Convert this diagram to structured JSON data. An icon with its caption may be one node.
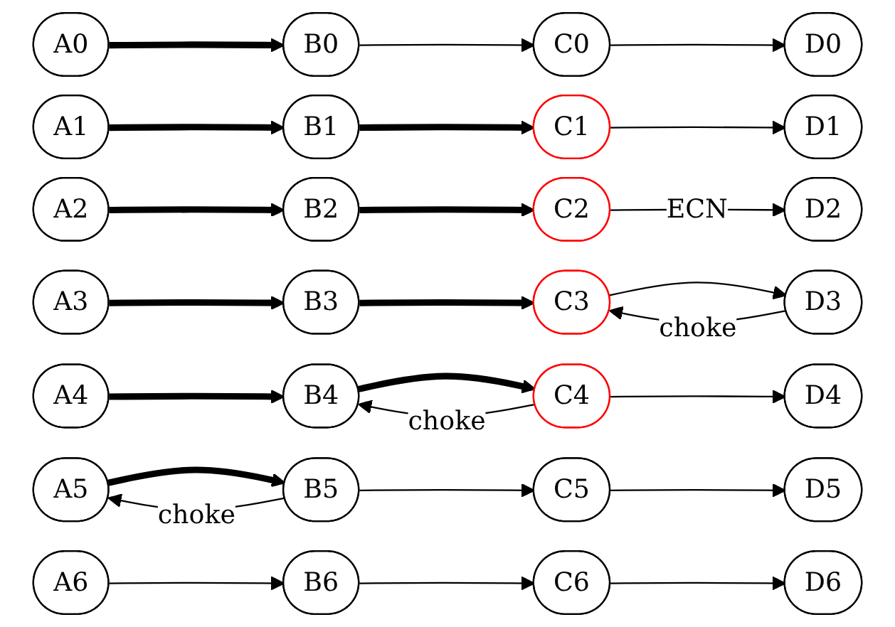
{
  "diagram": {
    "nodes": [
      {
        "text": [
          "A0"
        ]
      },
      {
        "text": [
          "B0"
        ]
      },
      {
        "text": [
          "C0"
        ]
      },
      {
        "text": [
          "D0"
        ]
      },
      {
        "text": [
          "A1"
        ]
      },
      {
        "text": [
          "B1"
        ]
      },
      {
        "text": [
          "C1"
        ]
      },
      {
        "text": [
          "D1"
        ]
      },
      {
        "text": [
          "A2"
        ]
      },
      {
        "text": [
          "B2"
        ]
      },
      {
        "text": [
          "C2"
        ]
      },
      {
        "text": [
          "D2"
        ]
      },
      {
        "text": [
          "A3"
        ]
      },
      {
        "text": [
          "B3"
        ]
      },
      {
        "text": [
          "C3"
        ]
      },
      {
        "text": [
          "D3"
        ]
      },
      {
        "text": [
          "A4"
        ]
      },
      {
        "text": [
          "B4"
        ]
      },
      {
        "text": [
          "C4"
        ]
      },
      {
        "text": [
          "D4"
        ]
      },
      {
        "text": [
          "A5"
        ]
      },
      {
        "text": [
          "B5"
        ]
      },
      {
        "text": [
          "C5"
        ]
      },
      {
        "text": [
          "D5"
        ]
      },
      {
        "text": [
          "A6"
        ]
      },
      {
        "text": [
          "B6"
        ]
      },
      {
        "text": [
          "C6"
        ]
      },
      {
        "text": [
          "D6"
        ]
      }
    ],
    "edges": [
      {
        "from": 0,
        "to": 1,
        "arrow": "to",
        "style": "thick"
      },
      {
        "from": 1,
        "to": 2,
        "arrow": "to"
      },
      {
        "from": 2,
        "to": 3,
        "arrow": "to"
      },
      {
        "from": 4,
        "to": 5,
        "arrow": "to",
        "style": "thick"
      },
      {
        "from": 5,
        "to": 6,
        "arrow": "to",
        "style": "thick"
      },
      {
        "from": 6,
        "to": 7,
        "arrow": "to"
      },
      {
        "from": 8,
        "to": 9,
        "arrow": "to",
        "style": "thick"
      },
      {
        "from": 9,
        "to": 10,
        "arrow": "to",
        "style": "thick"
      },
      {
        "from": 10,
        "to": 11,
        "arrow": "to",
        "label": "ECN"
      },
      {
        "from": 12,
        "to": 13,
        "arrow": "to",
        "style": "thick"
      },
      {
        "from": 13,
        "to": 14,
        "arrow": "to",
        "style": "thick"
      },
      {
        "from": 14,
        "to": 15,
        "arrow": "to"
      },
      {
        "from": 15,
        "to": 14,
        "arrow": "to",
        "label": "choke"
      },
      {
        "from": 16,
        "to": 17,
        "arrow": "to",
        "style": "thick"
      },
      {
        "from": 17,
        "to": 18,
        "arrow": "to",
        "style": "thick"
      },
      {
        "from": 18,
        "to": 17,
        "arrow": "to",
        "label": "choke"
      },
      {
        "from": 18,
        "to": 19,
        "arrow": "to"
      },
      {
        "from": 20,
        "to": 21,
        "arrow": "to",
        "style": "thick"
      },
      {
        "from": 21,
        "to": 20,
        "arrow": "to",
        "label": "choke"
      },
      {
        "from": 21,
        "to": 22,
        "arrow": "to"
      },
      {
        "from": 22,
        "to": 23,
        "arrow": "to"
      },
      {
        "from": 24,
        "to": 25,
        "arrow": "to"
      },
      {
        "from": 25,
        "to": 26,
        "arrow": "to"
      },
      {
        "from": 26,
        "to": 27,
        "arrow": "to"
      }
    ]
  }
}
